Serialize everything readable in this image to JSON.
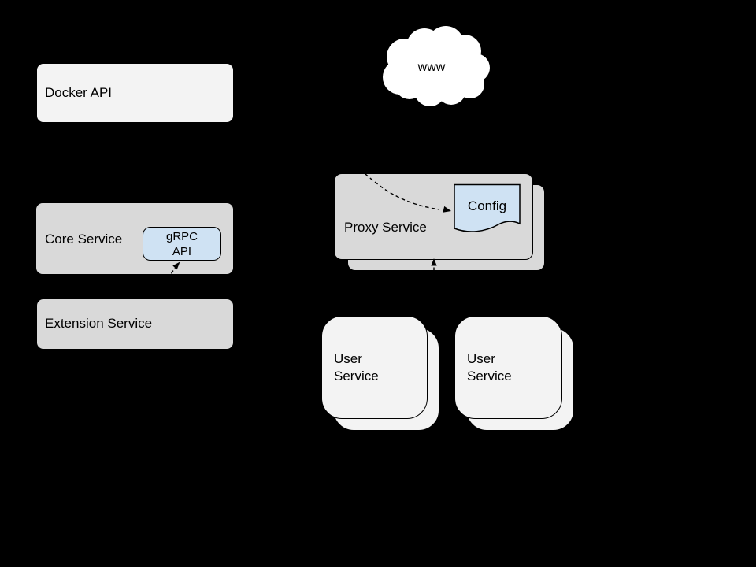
{
  "diagram": {
    "docker_api": "Docker API",
    "www": "www",
    "core_service": "Core Service",
    "grpc_api": "gRPC\nAPI",
    "extension_service": "Extension Service",
    "proxy_service": "Proxy Service",
    "config": "Config",
    "user_service_left": "User\nService",
    "user_service_right": "User\nService",
    "colors": {
      "background": "#000000",
      "box_light": "#f3f3f3",
      "box_gray": "#d9d9d9",
      "box_blue": "#cfe2f3",
      "outline": "#000000",
      "text": "#000000"
    }
  }
}
